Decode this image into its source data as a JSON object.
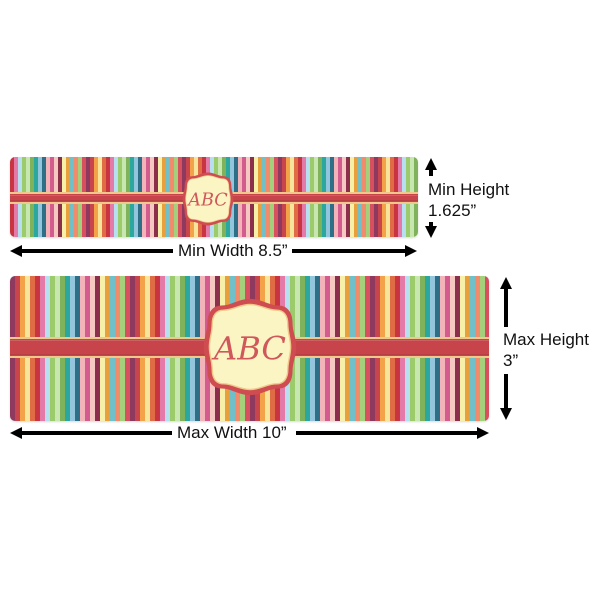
{
  "colors": {
    "band": "#c6444a",
    "band_trim": "#efc98c",
    "medallion_fill": "#fbf5c4",
    "medallion_border": "#cf4c50",
    "monogram": "#d0575a",
    "stripes": [
      "#8e3a5e",
      "#c9454d",
      "#f4a24a",
      "#f6e59b",
      "#e06c45",
      "#c8343f",
      "#e37aa8",
      "#b7dff0",
      "#9ccb6c",
      "#c8e6b0",
      "#7fb25a",
      "#2aa8a0",
      "#93c6dc",
      "#2c6f86",
      "#f2b3b9",
      "#d35b8e",
      "#f5c9c2",
      "#8c2f4d",
      "#f7f0a8",
      "#e9a03c",
      "#6fc0c9",
      "#f28a6c",
      "#a4cf7b",
      "#d8505f"
    ]
  },
  "banners": [
    {
      "id": "min",
      "monogram": "ABC",
      "width_label": "Min Width 8.5”",
      "height_label_line1": "Min Height",
      "height_label_line2": "1.625”"
    },
    {
      "id": "max",
      "monogram": "ABC",
      "width_label": "Max Width 10”",
      "height_label_line1": "Max Height",
      "height_label_line2": "3”"
    }
  ],
  "icons": {
    "arrow_left": "left-arrow",
    "arrow_right": "right-arrow",
    "arrow_up": "up-arrow",
    "arrow_down": "down-arrow"
  }
}
